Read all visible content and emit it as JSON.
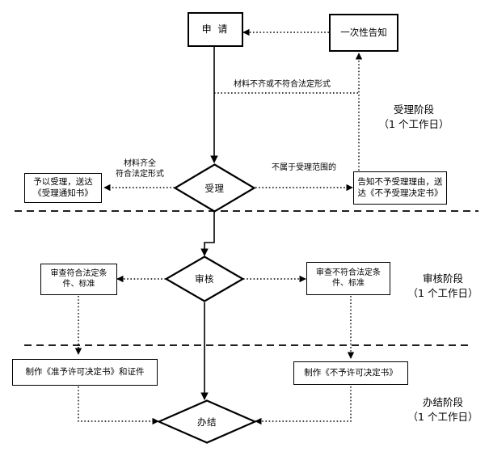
{
  "diagram": {
    "title_nodes": {
      "apply": "申 请",
      "one_time_notice": "一次性告知",
      "accept_decision": "受理",
      "review_decision": "审核",
      "complete_decision": "办结"
    },
    "boxes": {
      "grant_acceptance": "予以受理，送达\n《受理通知书》",
      "grant_acceptance_line1": "予以受理，送达",
      "grant_acceptance_line2": "《受理通知书》",
      "refuse_acceptance_line1": "告知不予受理理由，送",
      "refuse_acceptance_line2": "达《不予受理决定书》",
      "review_pass_line1": "审查符合法定条",
      "review_pass_line2": "件、标准",
      "review_fail_line1": "审查不符合法定条",
      "review_fail_line2": "件、标准",
      "make_permit": "制作《准予许可决定书》和证件",
      "make_refusal": "制作《不予许可决定书》"
    },
    "edge_labels": {
      "materials_incomplete": "材料不齐或不符合法定形式",
      "materials_complete_line1": "材料齐全",
      "materials_complete_line2": "符合法定形式",
      "out_of_scope": "不属于受理范围的"
    },
    "stages": [
      {
        "name": "受理阶段",
        "duration": "（1 个工作日）"
      },
      {
        "name": "审核阶段",
        "duration": "（1 个工作日）"
      },
      {
        "name": "办结阶段",
        "duration": "（1 个工作日）"
      }
    ],
    "colors": {
      "stroke": "#000000",
      "background": "#ffffff",
      "text": "#000000"
    }
  }
}
